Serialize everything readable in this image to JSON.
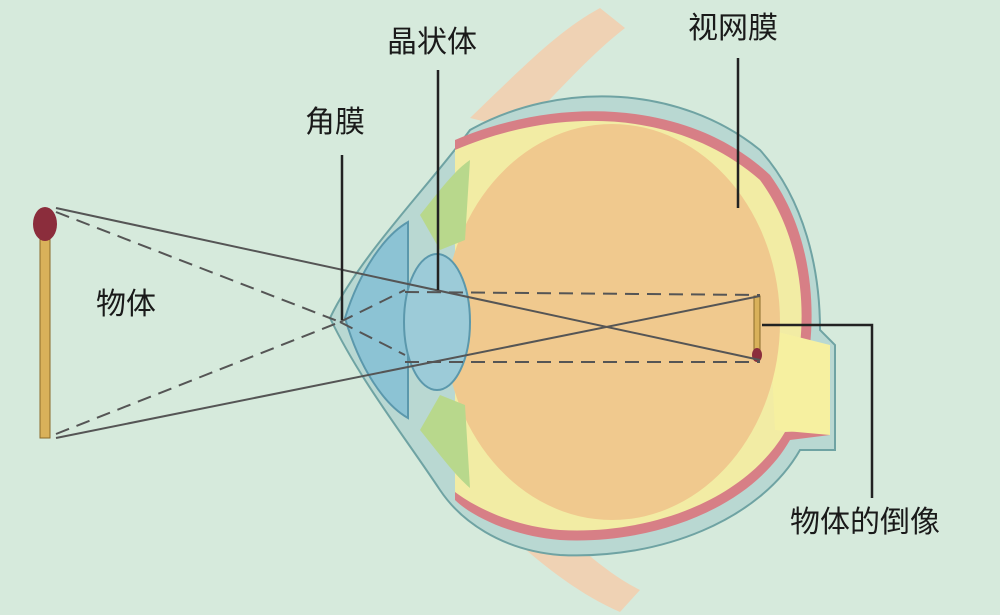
{
  "labels": {
    "lens": "晶状体",
    "cornea": "角膜",
    "retina": "视网膜",
    "object": "物体",
    "inverted_image": "物体的倒像"
  },
  "colors": {
    "background": "#d6eadc",
    "sclera": "#b9d8d2",
    "cornea": "#8cc3d4",
    "lens": "#9ccbd8",
    "retina": "#d77f86",
    "choroid": "#f2eca4",
    "vitreous": "#f0c98e",
    "optic_nerve": "#f6f0a0",
    "muscle": "#efd2b4",
    "ciliary": "#b8d88c",
    "match_stick": "#d9b15a",
    "match_head": "#8b2d3c",
    "leader_line": "#222222",
    "ray_line": "#555555"
  }
}
